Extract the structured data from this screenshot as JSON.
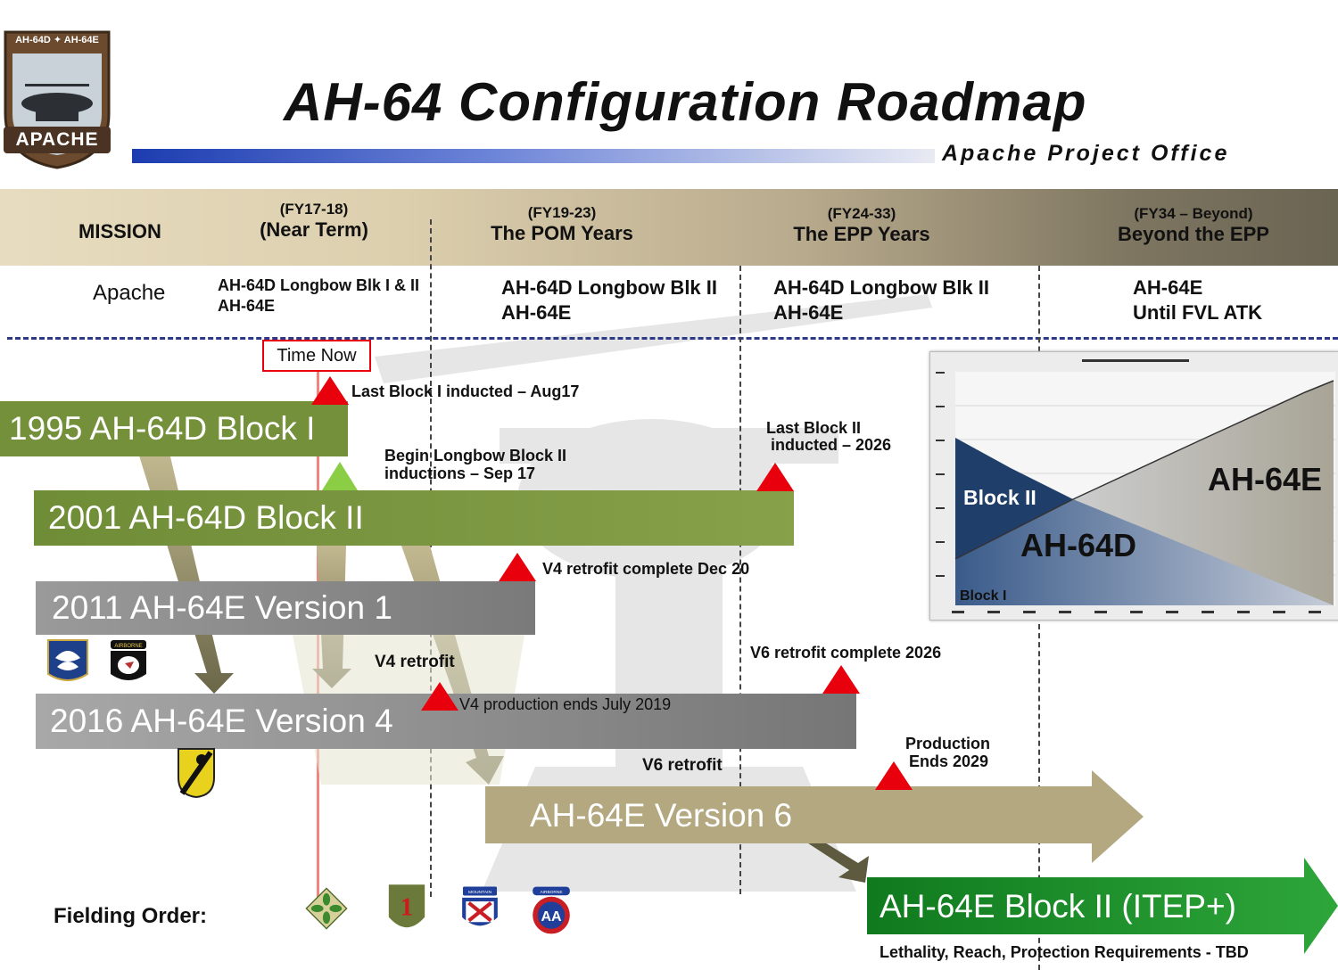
{
  "logo": {
    "top_text": "AH-64D ✦ AH-64E",
    "bottom_text": "APACHE"
  },
  "title": "AH-64 Configuration Roadmap",
  "subtitle": "Apache Project Office",
  "header": {
    "mission": "MISSION",
    "col1": {
      "small": "(FY17-18)",
      "large": "(Near Term)"
    },
    "col2": {
      "small": "(FY19-23)",
      "large": "The POM Years"
    },
    "col3": {
      "small": "(FY24-33)",
      "large": "The EPP Years"
    },
    "col4": {
      "small": "(FY34 – Beyond)",
      "large": "Beyond the EPP"
    }
  },
  "apache_row": {
    "label": "Apache",
    "c1_line1": "AH-64D Longbow Blk I & II",
    "c1_line2": "AH-64E",
    "c2_line1": "AH-64D Longbow Blk II",
    "c2_line2": "AH-64E",
    "c3_line1": "AH-64D Longbow Blk II",
    "c3_line2": "AH-64E",
    "c4_line1": "AH-64E",
    "c4_line2": "Until FVL ATK"
  },
  "time_now": "Time Now",
  "bars": {
    "b1": "1995  AH-64D Block I",
    "b2": "2001  AH-64D Block II",
    "b3": "2011  AH-64E Version 1",
    "b4": "2016  AH-64E Version 4",
    "b5": "AH-64E  Version 6",
    "b6": "AH-64E  Block II (ITEP+)"
  },
  "annotations": {
    "last_block1": "Last Block I inducted – Aug17",
    "begin_l1": "Begin Longbow Block II",
    "begin_l2": "inductions – Sep 17",
    "last_block2_l1": "Last Block II",
    "last_block2_l2": " inducted – 2026",
    "v4_retro_complete": "V4 retrofit complete Dec 20",
    "v4_retrofit": "V4 retrofit",
    "v4_prod_ends": "V4 production ends July 2019",
    "v6_retro_complete": "V6 retrofit complete 2026",
    "v6_retrofit": "V6 retrofit",
    "prod_ends_l1": "Production",
    "prod_ends_l2": "Ends 2029",
    "itep_note": "Lethality, Reach, Protection Requirements - TBD"
  },
  "fielding_order": "Fielding Order:",
  "insignia_text": {
    "first": "1",
    "aa": "AA",
    "airborne": "AIRBORNE",
    "mountain": "MOUNTAIN"
  },
  "inset_chart": {
    "label_block2": "Block II",
    "label_64e": "AH-64E",
    "label_64d": "AH-64D",
    "label_block1": "Block I"
  },
  "colors": {
    "green_bar": "#74903a",
    "gray_bar": "#8a8a8a",
    "tan_bar": "#b2a67e",
    "itep_green": "#1e8a2a",
    "red_marker": "#e8000c",
    "title_blue": "#1c3cb0",
    "chart_navy": "#1f3e6a"
  }
}
